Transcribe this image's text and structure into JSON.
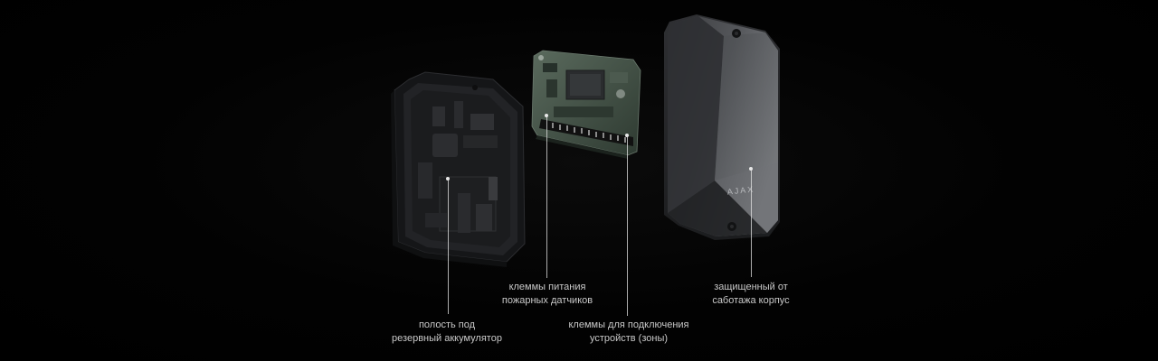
{
  "labels": {
    "battery_cavity": {
      "line1": "полость под",
      "line2": "резервный аккумулятор"
    },
    "fire_terminals": {
      "line1": "клеммы питания",
      "line2": "пожарных датчиков"
    },
    "zone_terminals": {
      "line1": "клеммы для подключения",
      "line2": "устройств (зоны)"
    },
    "tamper_case": {
      "line1": "защищенный от",
      "line2": "саботажа корпус"
    }
  },
  "brand": {
    "logo_text": "AJAX"
  },
  "colors": {
    "background": "#000000",
    "case": "#2b2c2e",
    "pcb": "#3d4a3f",
    "label_text": "#c9c9c9"
  }
}
